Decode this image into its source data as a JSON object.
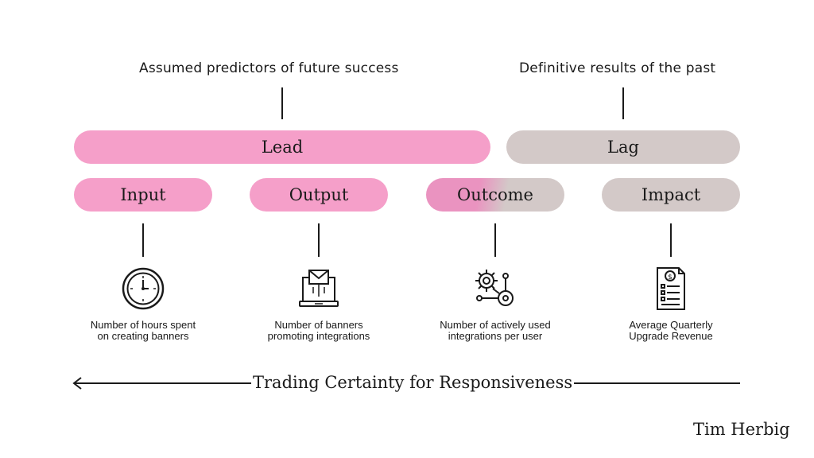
{
  "captions": {
    "lead_caption": "Assumed predictors of future success",
    "lag_caption": "Definitive results of the past"
  },
  "groups": {
    "lead": "Lead",
    "lag": "Lag"
  },
  "stages": {
    "input": "Input",
    "output": "Output",
    "outcome": "Outcome",
    "impact": "Impact"
  },
  "metrics": {
    "input": [
      "Number of hours spent",
      "on creating banners"
    ],
    "output": [
      "Number of banners",
      "promoting integrations"
    ],
    "outcome": [
      "Number of actively used",
      "integrations per user"
    ],
    "impact": [
      "Average Quarterly",
      "Upgrade Revenue"
    ]
  },
  "icons": {
    "input": "clock-icon",
    "output": "laptop-envelope-icon",
    "outcome": "gears-icon",
    "impact": "invoice-icon"
  },
  "axis": {
    "label": "Trading Certainty for Responsiveness",
    "direction": "left"
  },
  "author": "Tim Herbig",
  "colors": {
    "lead_pink": "#f59fc9",
    "lag_grey": "#d3c9c8",
    "ink": "#1a1a1a"
  }
}
